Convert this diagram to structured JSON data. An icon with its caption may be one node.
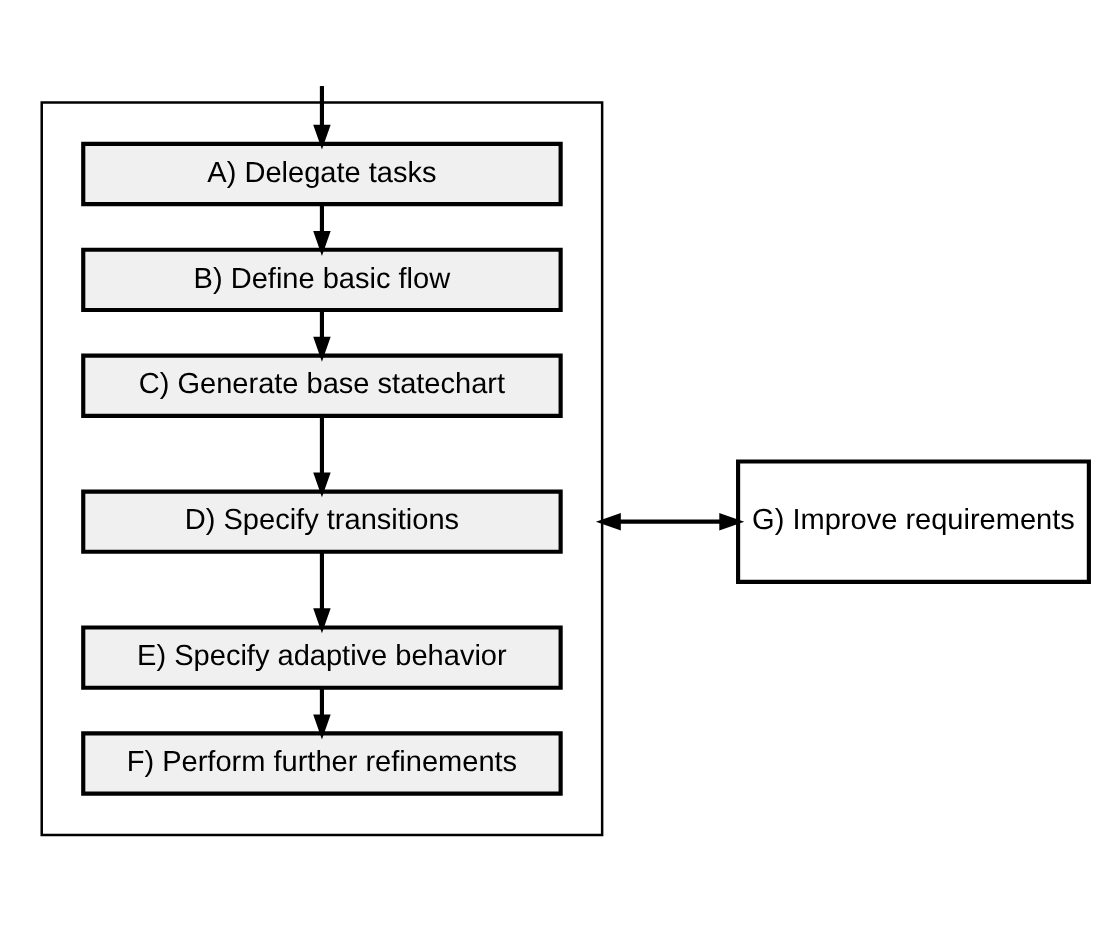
{
  "diagram": {
    "nodes": [
      {
        "text": [],
        "shape": "box"
      },
      {
        "text": [
          "A) Delegate tasks"
        ],
        "in": 0
      },
      {
        "text": [
          "B) Define basic flow"
        ],
        "in": 0
      },
      {
        "text": [
          "C) Generate base statechart"
        ],
        "in": 0
      },
      {
        "text": [
          "D) Specify transitions"
        ],
        "in": 0
      },
      {
        "text": [
          "E) Specify adaptive behavior"
        ],
        "in": 0
      },
      {
        "text": [
          "F) Perform further refinements"
        ],
        "in": 0
      },
      {
        "text": [
          "G) Improve requirements"
        ]
      }
    ],
    "edges": [
      {
        "from": null,
        "to": 1,
        "arrow": "to"
      },
      {
        "from": 1,
        "to": 2,
        "arrow": "to"
      },
      {
        "from": 2,
        "to": 3,
        "arrow": "to"
      },
      {
        "from": 3,
        "to": 4,
        "arrow": "to"
      },
      {
        "from": 4,
        "to": 5,
        "arrow": "to"
      },
      {
        "from": 5,
        "to": 6,
        "arrow": "to"
      },
      {
        "from": 0,
        "to": 7,
        "arrow": "both"
      }
    ]
  }
}
